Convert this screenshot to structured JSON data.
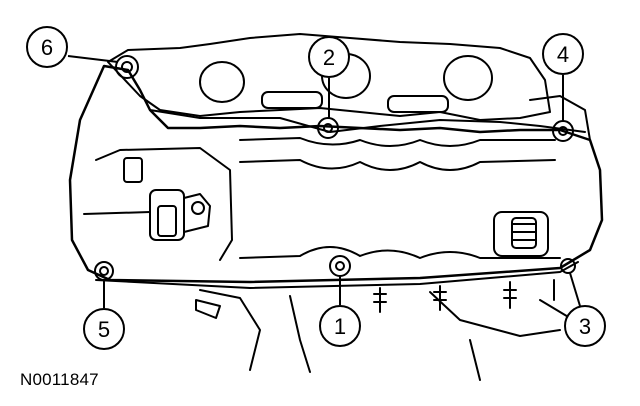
{
  "figure_id": "N0011847",
  "callouts": [
    {
      "id": "6",
      "label": "6"
    },
    {
      "id": "2",
      "label": "2"
    },
    {
      "id": "4",
      "label": "4"
    },
    {
      "id": "5",
      "label": "5"
    },
    {
      "id": "1",
      "label": "1"
    },
    {
      "id": "3",
      "label": "3"
    }
  ],
  "colors": {
    "line": "#000000",
    "background": "#ffffff"
  }
}
